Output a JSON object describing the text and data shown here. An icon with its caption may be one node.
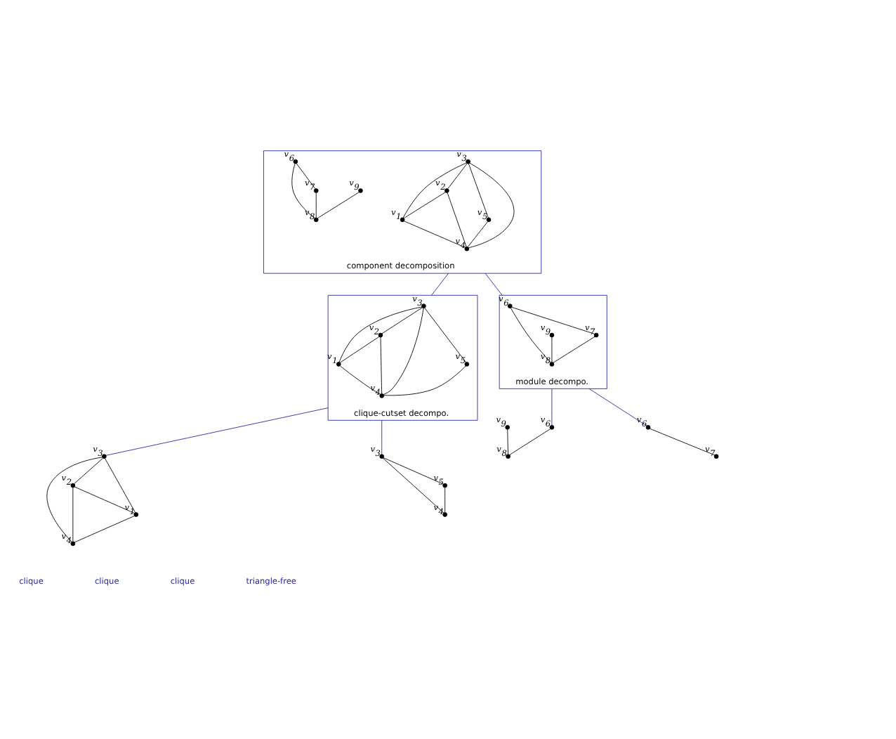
{
  "diagram": {
    "nodes": [
      {
        "text": [
          "component decomposition"
        ]
      },
      {
        "text": [],
        "shape": "circle",
        "beside": [
          "v$_{1}$"
        ],
        "in": 0
      },
      {
        "text": [],
        "shape": "circle",
        "beside": [
          "v$_{2}$"
        ],
        "in": 0
      },
      {
        "text": [],
        "shape": "circle",
        "beside": [
          "v$_{3}$"
        ],
        "in": 0
      },
      {
        "text": [],
        "shape": "circle",
        "beside": [
          "v$_{4}$"
        ],
        "in": 0
      },
      {
        "text": [],
        "shape": "circle",
        "beside": [
          "v$_{5}$"
        ],
        "in": 0
      },
      {
        "text": [],
        "shape": "circle",
        "beside": [
          "v$_{6}$"
        ],
        "in": 0
      },
      {
        "text": [],
        "shape": "circle",
        "beside": [
          "v$_{7}$"
        ],
        "in": 0
      },
      {
        "text": [],
        "shape": "circle",
        "beside": [
          "v$_{8}$"
        ],
        "in": 0
      },
      {
        "text": [],
        "shape": "circle",
        "beside": [
          "v$_{9}$"
        ],
        "in": 0
      },
      {
        "text": [
          "clique-cutset decompo."
        ]
      },
      {
        "text": [],
        "shape": "circle",
        "beside": [
          "v$_{1}$"
        ],
        "in": 10
      },
      {
        "text": [],
        "shape": "circle",
        "beside": [
          "v$_{2}$"
        ],
        "in": 10
      },
      {
        "text": [],
        "shape": "circle",
        "beside": [
          "v$_{3}$"
        ],
        "in": 10
      },
      {
        "text": [],
        "shape": "circle",
        "beside": [
          "v$_{4}$"
        ],
        "in": 10
      },
      {
        "text": [],
        "shape": "circle",
        "beside": [
          "v$_{5}$"
        ],
        "in": 10
      },
      {
        "text": [
          "module decompo."
        ]
      },
      {
        "text": [],
        "shape": "circle",
        "beside": [
          "v$_{6}$"
        ],
        "in": 16
      },
      {
        "text": [],
        "shape": "circle",
        "beside": [
          "v$_{7}$"
        ],
        "in": 16
      },
      {
        "text": [],
        "shape": "circle",
        "beside": [
          "v$_{8}$"
        ],
        "in": 16
      },
      {
        "text": [],
        "shape": "circle",
        "beside": [
          "v$_{9}$"
        ],
        "in": 16
      },
      {
        "text": [],
        "shape": "circle",
        "beside": [
          "v$_{1}$"
        ]
      },
      {
        "text": [],
        "shape": "circle",
        "beside": [
          "v$_{2}$"
        ]
      },
      {
        "text": [],
        "shape": "circle",
        "beside": [
          "v$_{3}$"
        ]
      },
      {
        "text": [],
        "shape": "circle",
        "beside": [
          "v$_{4}$"
        ]
      },
      {
        "text": [],
        "shape": "circle",
        "beside": [
          "v$_{3}$"
        ]
      },
      {
        "text": [],
        "shape": "circle",
        "beside": [
          "v$_{4}$"
        ]
      },
      {
        "text": [],
        "shape": "circle",
        "beside": [
          "v$_{5}$"
        ]
      },
      {
        "text": [],
        "shape": "circle",
        "beside": [
          "v$_{6}$"
        ]
      },
      {
        "text": [],
        "shape": "circle",
        "beside": [
          "v$_{7}$"
        ]
      },
      {
        "text": [],
        "shape": "circle",
        "beside": [
          "v$_{6}$"
        ]
      },
      {
        "text": [],
        "shape": "circle",
        "beside": [
          "v$_{8}$"
        ]
      },
      {
        "text": [],
        "shape": "circle",
        "beside": [
          "v$_{9}$"
        ]
      }
    ],
    "edges": [
      {
        "from": 3,
        "to": 2,
        "arrow": "none"
      },
      {
        "from": 3,
        "to": 1,
        "arrow": "none"
      },
      {
        "from": 3,
        "to": 4,
        "arrow": "none"
      },
      {
        "from": 3,
        "to": 5,
        "arrow": "none"
      },
      {
        "from": 2,
        "to": 1,
        "arrow": "none"
      },
      {
        "from": 2,
        "to": 4,
        "arrow": "none"
      },
      {
        "from": 1,
        "to": 4,
        "arrow": "none"
      },
      {
        "from": 5,
        "to": 4,
        "arrow": "none"
      },
      {
        "from": 6,
        "to": 7,
        "arrow": "none"
      },
      {
        "from": 6,
        "to": 8,
        "arrow": "none"
      },
      {
        "from": 7,
        "to": 8,
        "arrow": "none"
      },
      {
        "from": 9,
        "to": 8,
        "arrow": "none"
      },
      {
        "from": 13,
        "to": 12,
        "arrow": "none"
      },
      {
        "from": 13,
        "to": 11,
        "arrow": "none"
      },
      {
        "from": 13,
        "to": 14,
        "arrow": "none"
      },
      {
        "from": 13,
        "to": 15,
        "arrow": "none"
      },
      {
        "from": 12,
        "to": 11,
        "arrow": "none"
      },
      {
        "from": 12,
        "to": 14,
        "arrow": "none"
      },
      {
        "from": 11,
        "to": 14,
        "arrow": "none"
      },
      {
        "from": 15,
        "to": 14,
        "arrow": "none"
      },
      {
        "from": 17,
        "to": 18,
        "arrow": "none"
      },
      {
        "from": 17,
        "to": 19,
        "arrow": "none"
      },
      {
        "from": 18,
        "to": 19,
        "arrow": "none"
      },
      {
        "from": 20,
        "to": 19,
        "arrow": "none"
      },
      {
        "from": 23,
        "to": 22,
        "arrow": "none"
      },
      {
        "from": 23,
        "to": 21,
        "arrow": "none"
      },
      {
        "from": 23,
        "to": 24,
        "arrow": "none"
      },
      {
        "from": 22,
        "to": 21,
        "arrow": "none"
      },
      {
        "from": 22,
        "to": 24,
        "arrow": "none"
      },
      {
        "from": 21,
        "to": 24,
        "arrow": "none"
      },
      {
        "from": 25,
        "to": 26,
        "arrow": "none"
      },
      {
        "from": 25,
        "to": 27,
        "arrow": "none"
      },
      {
        "from": 27,
        "to": 26,
        "arrow": "none"
      },
      {
        "from": 28,
        "to": 29,
        "arrow": "none"
      },
      {
        "from": 30,
        "to": 31,
        "arrow": "none"
      },
      {
        "from": 32,
        "to": 31,
        "arrow": "none"
      },
      {
        "from": 0,
        "to": 10,
        "arrow": "none",
        "color": "#2626a6"
      },
      {
        "from": 0,
        "to": 16,
        "arrow": "none",
        "color": "#2626a6"
      },
      {
        "from": 10,
        "to": 23,
        "arrow": "none",
        "color": "#2626a6"
      },
      {
        "from": 10,
        "to": 25,
        "arrow": "none",
        "color": "#2626a6"
      },
      {
        "from": 16,
        "to": 28,
        "arrow": "none",
        "color": "#2626a6"
      },
      {
        "from": 16,
        "to": 30,
        "arrow": "none",
        "color": "#2626a6"
      }
    ],
    "labels": [
      "clique",
      "clique",
      "clique",
      "triangle-free"
    ]
  }
}
